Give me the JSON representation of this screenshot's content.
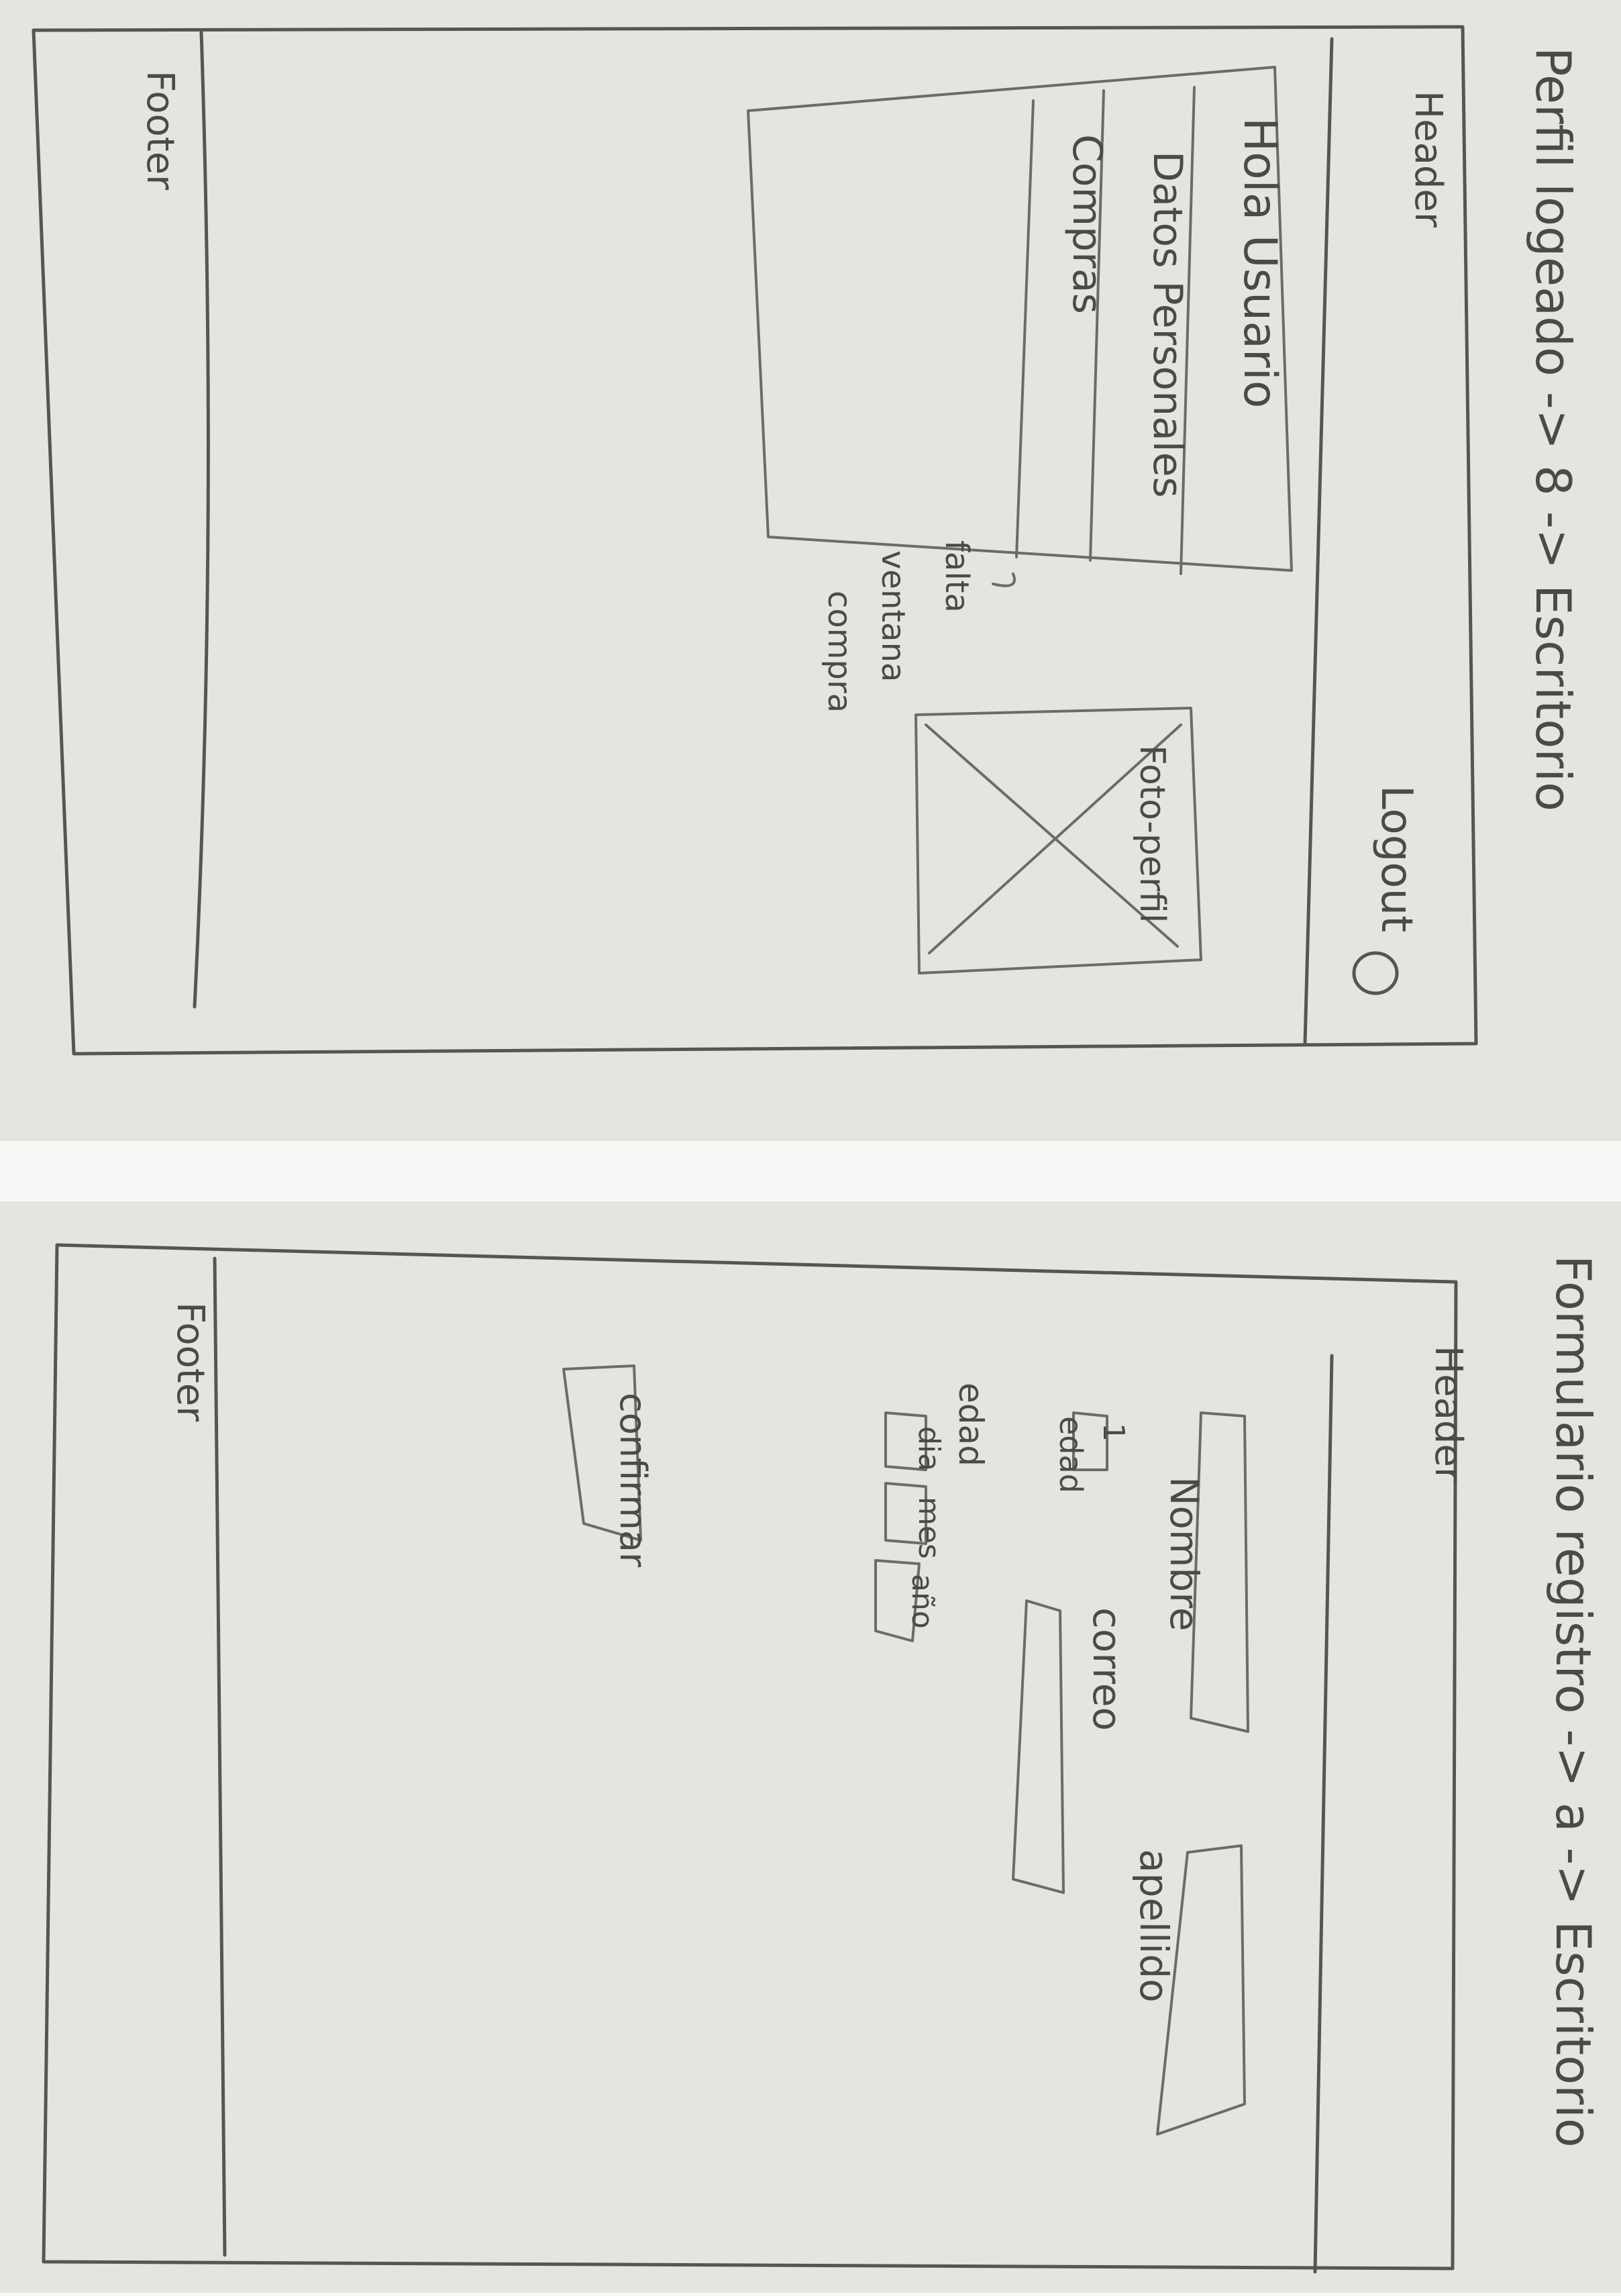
{
  "sheet1": {
    "title": "Perfil logeado -> 8 -> Escritorio",
    "header_label": "Header",
    "footer_label": "Footer",
    "logout_label": "Logout",
    "menu": {
      "greeting": "Hola Usuario",
      "items": [
        "Datos Personales",
        "Compras"
      ]
    },
    "profile_photo_label": "Foto-perfil",
    "annotation": [
      "falta",
      "ventana",
      "compra"
    ]
  },
  "sheet2": {
    "title": "Formulario registro -> a -> Escritorio",
    "header_label": "Header",
    "footer_label": "Footer",
    "fields": {
      "first_name_label": "Nombre",
      "last_name_label": "apellido",
      "email_label": "correo",
      "age_label": "edad",
      "age_selector_label": "edad",
      "age_selector_value": "1",
      "birthdate_label": "edad",
      "birthdate_parts": [
        "dia",
        "mes",
        "año"
      ]
    },
    "confirm_label": "confirmar"
  }
}
